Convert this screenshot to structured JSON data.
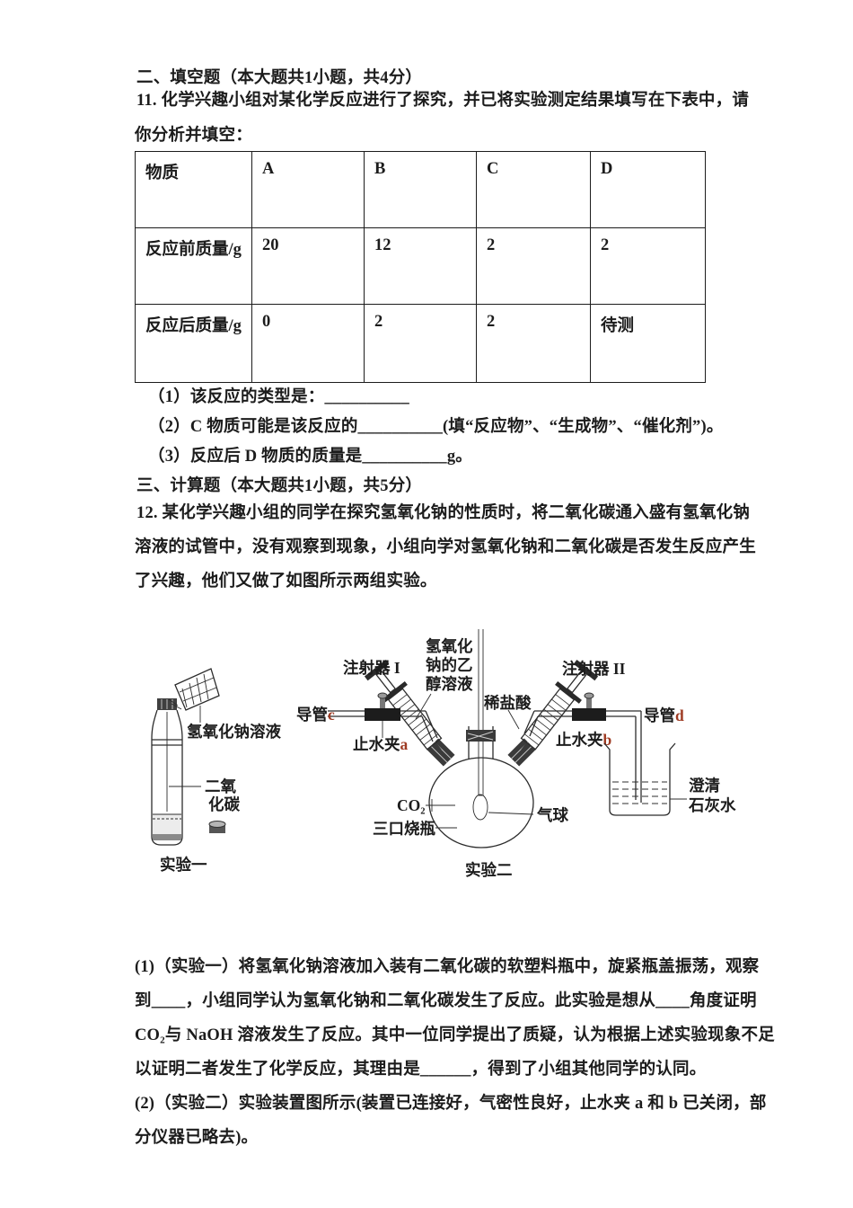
{
  "section2": {
    "heading": "二、填空题（本大题共1小题，共4分）",
    "q11": {
      "line1": "11. 化学兴趣小组对某化学反应进行了探究，并已将实验测定结果填写在下表中，请",
      "line2": "你分析并填空：",
      "table": {
        "headers": [
          "物质",
          "A",
          "B",
          "C",
          "D"
        ],
        "rows": [
          [
            "反应前质量/g",
            "20",
            "12",
            "2",
            "2"
          ],
          [
            "反应后质量/g",
            "0",
            "2",
            "2",
            "待测"
          ]
        ]
      },
      "sub1": "（1）该反应的类型是：__________",
      "sub2": "（2）C 物质可能是该反应的__________(填“反应物”、“生成物”、“催化剂”)。",
      "sub3": "（3）反应后 D 物质的质量是__________g。"
    }
  },
  "section3": {
    "heading": "三、计算题（本大题共1小题，共5分）",
    "q12": {
      "line1": "12. 某化学兴趣小组的同学在探究氢氧化钠的性质时，将二氧化碳通入盛有氢氧化钠",
      "line2": "溶液的试管中，没有观察到现象，小组向学对氢氧化钠和二氧化碳是否发生反应产生",
      "line3": "了兴趣，他们又做了如图所示两组实验。"
    }
  },
  "diagram": {
    "labels": {
      "naoh_solution": "氢氧化钠溶液",
      "co2_bottle_line1": "二氧",
      "co2_bottle_line2": "化碳",
      "exp1_caption": "实验一",
      "syringe1": "注射器 I",
      "syringe2": "注射器 II",
      "naoh_ethanol_line1": "氢氧化",
      "naoh_ethanol_line2": "钠的乙",
      "naoh_ethanol_line3": "醇溶液",
      "dilute_hcl": "稀盐酸",
      "duct_c_text": "导管",
      "duct_c_letter": "c",
      "clamp_a_text": "止水夹",
      "clamp_a_letter": "a",
      "clamp_b_text": "止水夹",
      "clamp_b_letter": "b",
      "duct_d_text": "导管",
      "duct_d_letter": "d",
      "co2_formula": "CO₂",
      "flask_label": "三口烧瓶",
      "balloon_label": "气球",
      "limewater_line1": "澄清",
      "limewater_line2": "石灰水",
      "exp2_caption": "实验二"
    }
  },
  "bottom": {
    "p1_line1": "(1)（实验一）将氢氧化钠溶液加入装有二氧化碳的软塑料瓶中，旋紧瓶盖振荡，观察",
    "p1_line2": "到____，小组同学认为氢氧化钠和二氧化碳发生了反应。此实验是想从____角度证明",
    "p1_line3": "CO₂与 NaOH 溶液发生了反应。其中一位同学提出了质疑，认为根据上述实验现象不足",
    "p1_line4": "以证明二者发生了化学反应，其理由是______，得到了小组其他同学的认同。",
    "p2_line1": "(2)（实验二）实验装置图所示(装置已连接好，气密性良好，止水夹 a 和 b 已关闭，部",
    "p2_line2": "分仪器已略去)。"
  }
}
